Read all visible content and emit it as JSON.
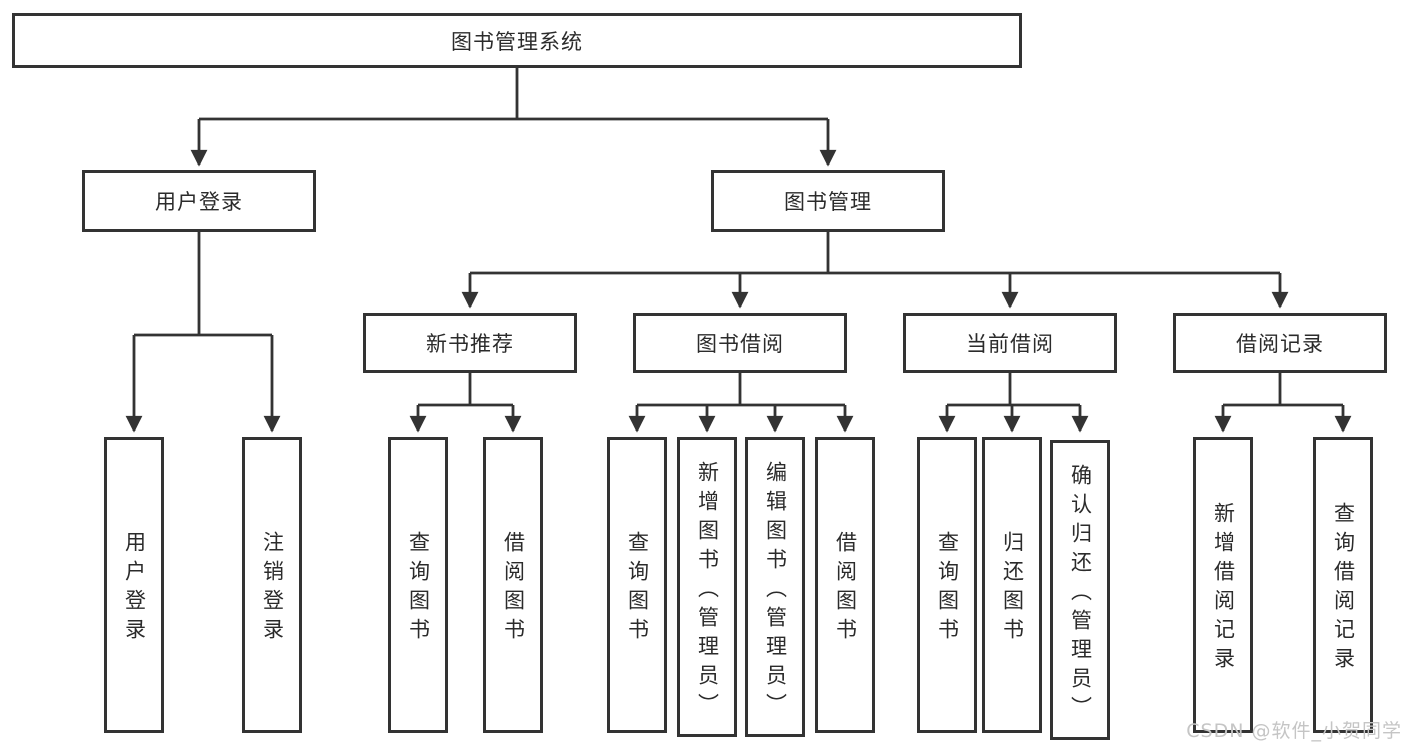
{
  "diagram_title": "图书管理系统",
  "tree": {
    "label": "图书管理系统",
    "children": [
      {
        "label": "用户登录",
        "children": [
          {
            "label": "用户登录"
          },
          {
            "label": "注销登录"
          }
        ]
      },
      {
        "label": "图书管理",
        "children": [
          {
            "label": "新书推荐",
            "children": [
              {
                "label": "查询图书"
              },
              {
                "label": "借阅图书"
              }
            ]
          },
          {
            "label": "图书借阅",
            "children": [
              {
                "label": "查询图书"
              },
              {
                "label": "新增图书（管理员）"
              },
              {
                "label": "编辑图书（管理员）"
              },
              {
                "label": "借阅图书"
              }
            ]
          },
          {
            "label": "当前借阅",
            "children": [
              {
                "label": "查询图书"
              },
              {
                "label": "归还图书"
              },
              {
                "label": "确认归还（管理员）"
              }
            ]
          },
          {
            "label": "借阅记录",
            "children": [
              {
                "label": "新增借阅记录"
              },
              {
                "label": "查询借阅记录"
              }
            ]
          }
        ]
      }
    ]
  },
  "colors": {
    "line": "#333333",
    "box_border": "#333333",
    "text": "#2b2b2b",
    "background": "#ffffff",
    "watermark": "#c5c5c5"
  },
  "watermark": "CSDN @软件_小贺同学"
}
